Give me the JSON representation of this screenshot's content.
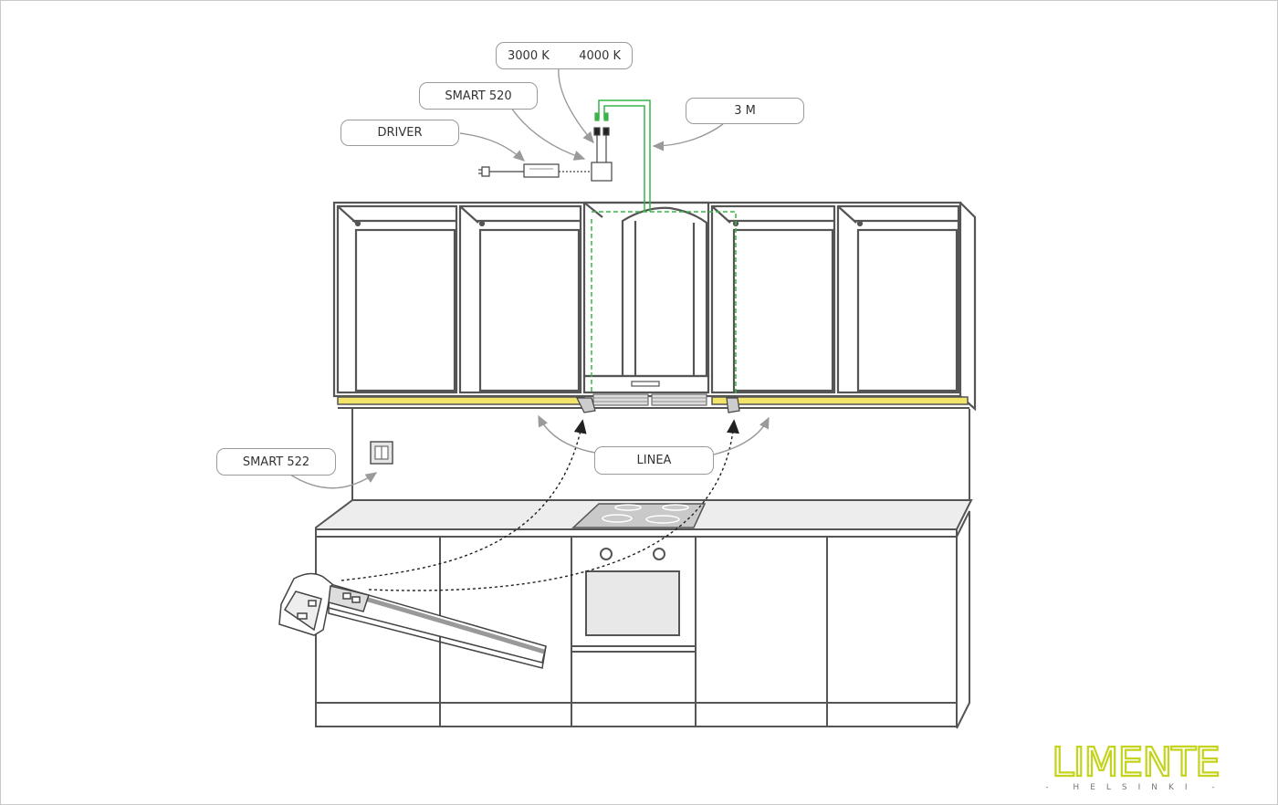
{
  "labels": {
    "temperature_from": "3000 K",
    "temperature_to": "4000 K",
    "smart520": "SMART 520",
    "driver": "DRIVER",
    "cable_length": "3 M",
    "linea": "LINEA",
    "smart522": "SMART 522"
  },
  "brand": {
    "name": "LIMENTE",
    "subtitle": "- HELSINKI -"
  },
  "colors": {
    "line": "#555555",
    "led_strip": "#f2e36b",
    "cable": "#3cb44b",
    "brand": "#c4d41c"
  }
}
